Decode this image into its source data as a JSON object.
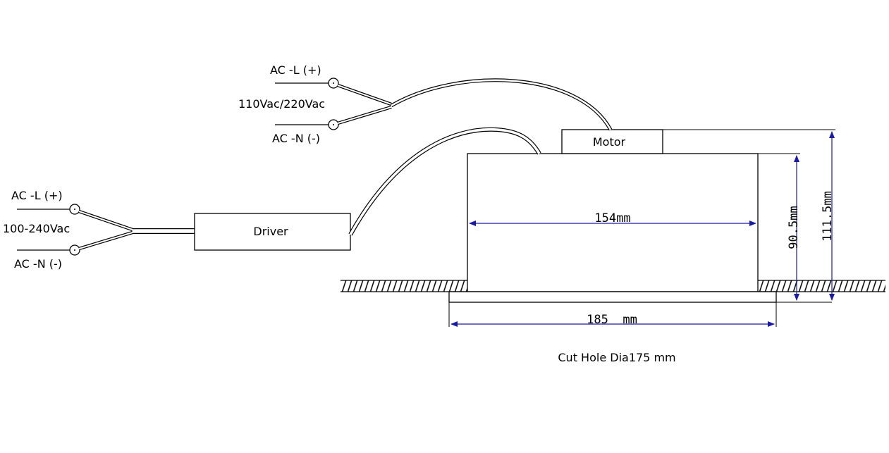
{
  "colors": {
    "line": "#000000",
    "dimension": "#1a1aa8",
    "background": "#ffffff"
  },
  "motor_supply": {
    "live_label": "AC -L (+)",
    "voltage_label": "110Vac/220Vac",
    "neutral_label": "AC -N (-)"
  },
  "driver_supply": {
    "live_label": "AC -L (+)",
    "voltage_label": "100-240Vac",
    "neutral_label": "AC -N (-)"
  },
  "components": {
    "motor_label": "Motor",
    "driver_label": "Driver"
  },
  "dimensions": {
    "body_width": "154mm",
    "trim_width": "185  mm",
    "body_height": "90.5mm",
    "total_height": "111.5mm"
  },
  "note": {
    "cut_hole": "Cut Hole Dia175 mm"
  }
}
